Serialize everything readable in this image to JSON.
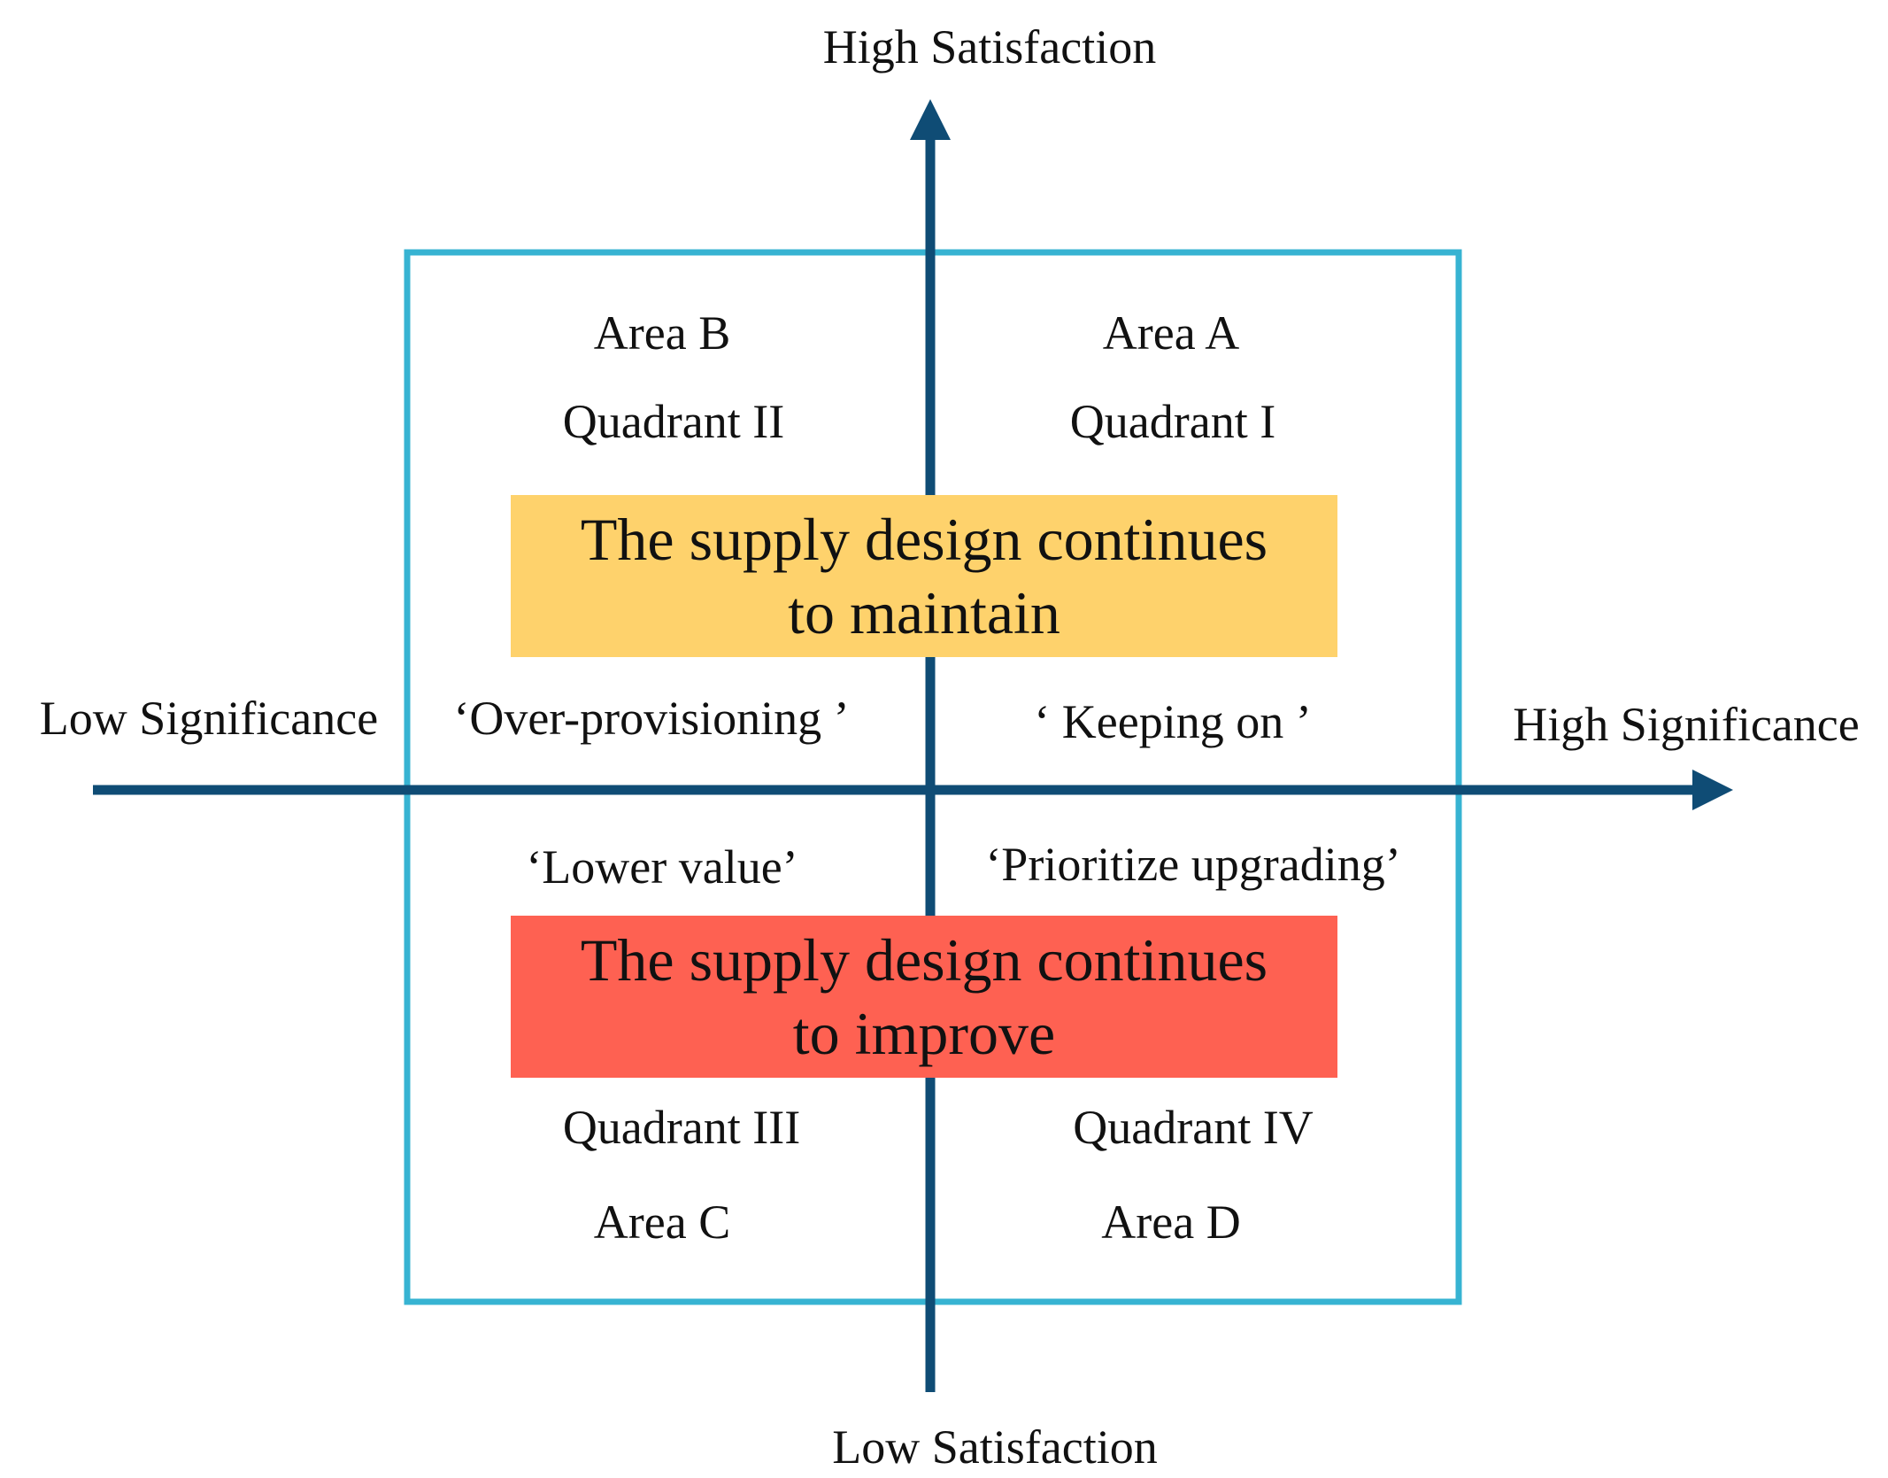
{
  "colors": {
    "axis": "#0f4c75",
    "frame": "#37b3d2",
    "maintain_fill": "#fed26c",
    "improve_fill": "#fe6152",
    "text": "#111111"
  },
  "axes": {
    "y_top": "High Satisfaction",
    "y_bottom": "Low Satisfaction",
    "x_left": "Low Significance",
    "x_right": "High Significance"
  },
  "quadrants": {
    "q1": {
      "area": "Area A",
      "name": "Quadrant I",
      "strategy": "‘ Keeping on ’"
    },
    "q2": {
      "area": "Area B",
      "name": "Quadrant II",
      "strategy": "‘Over-provisioning ’"
    },
    "q3": {
      "area": "Area C",
      "name": "Quadrant III",
      "strategy": "‘Lower value’"
    },
    "q4": {
      "area": "Area D",
      "name": "Quadrant IV",
      "strategy": "‘Prioritize upgrading’"
    }
  },
  "banners": {
    "maintain": {
      "line1": "The supply design continues",
      "line2": "to maintain"
    },
    "improve": {
      "line1": "The supply design continues",
      "line2": "to improve"
    }
  }
}
